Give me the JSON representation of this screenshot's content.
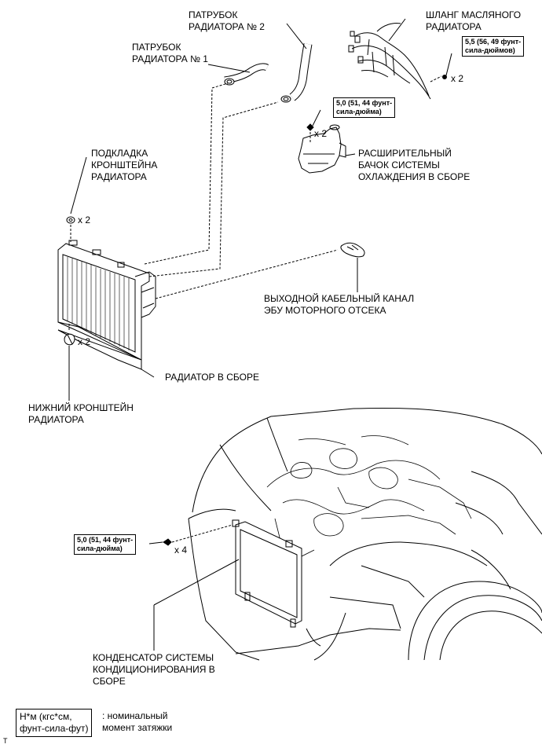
{
  "labels": {
    "hose2": "ПАТРУБОК\nРАДИАТОРА № 2",
    "hose1": "ПАТРУБОК\nРАДИАТОРА № 1",
    "oil_hose": "ШЛАНГ МАСЛЯНОГО\nРАДИАТОРА",
    "support_cushion": "ПОДКЛАДКА\nКРОНШТЕЙНА\nРАДИАТОРА",
    "reservoir": "РАСШИРИТЕЛЬНЫЙ\nБАЧОК СИСТЕМЫ\nОХЛАЖДЕНИЯ В СБОРЕ",
    "ecu_duct": "ВЫХОДНОЙ КАБЕЛЬНЫЙ КАНАЛ\nЭБУ МОТОРНОГО ОТСЕКА",
    "radiator": "РАДИАТОР В СБОРЕ",
    "lower_support": "НИЖНИЙ КРОНШТЕЙН\nРАДИАТОРА",
    "condenser": "КОНДЕНСАТОР СИСТЕМЫ\nКОНДИЦИОНИРОВАНИЯ В\nСБОРЕ"
  },
  "torques": {
    "oil_hose": "5,5 (56, 49 фунт-\nсила-дюймов)",
    "reservoir": "5,0 (51, 44 фунт-\nсила-дюйма)",
    "condenser": "5,0 (51, 44 фунт-\nсила-дюйма)"
  },
  "quantities": {
    "oil_hose": "x 2",
    "reservoir": "x 2",
    "support_cushion": "x 2",
    "lower_support": "x 2",
    "condenser": "x 4"
  },
  "legend": {
    "unit": "Н*м (кгс*см,\nфунт-сила-фут)",
    "meaning": ": номинальный\nмомент затяжки"
  },
  "figure_code": "T"
}
